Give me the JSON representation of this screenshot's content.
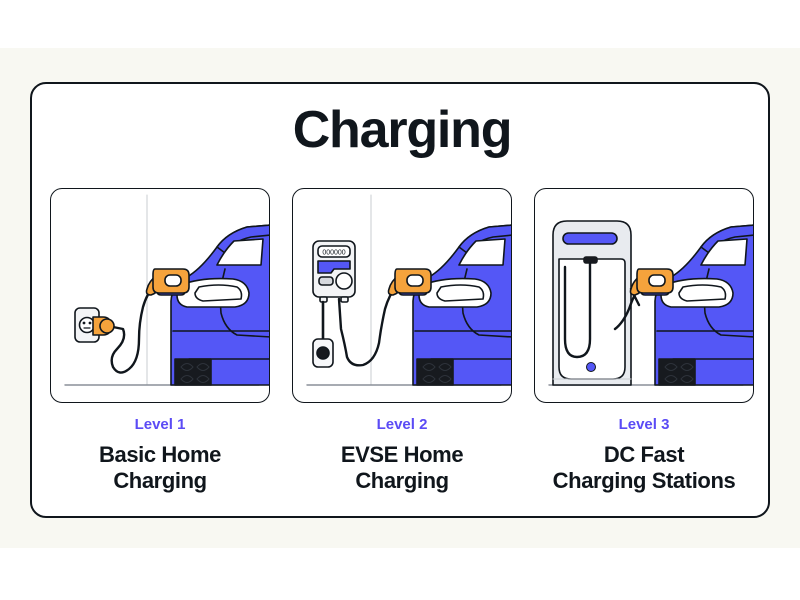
{
  "page": {
    "title": "Charging",
    "background_color": "#ffffff",
    "band_color": "#f8f8f2",
    "card_background": "#ffffff",
    "border_color": "#10161c",
    "accent_color": "#5b4bf5",
    "car_color": "#5457f6",
    "connector_color": "#f5a33c",
    "charger_body_color": "#e8ebef",
    "tire_color": "#171a1f"
  },
  "columns": [
    {
      "level_label": "Level 1",
      "title": "Basic Home\nCharging",
      "illustration_name": "basic-home-charging-illustration",
      "icon_names": [
        "wall-outlet-icon",
        "orange-plug-icon",
        "charging-cable-icon",
        "ev-car-icon",
        "charge-connector-icon"
      ]
    },
    {
      "level_label": "Level 2",
      "title": "EVSE Home\nCharging",
      "illustration_name": "evse-home-charging-illustration",
      "display_value": "000000",
      "icon_names": [
        "evse-wallbox-icon",
        "display-icon",
        "dial-icon",
        "charging-cable-icon",
        "ev-car-icon",
        "charge-connector-icon"
      ]
    },
    {
      "level_label": "Level 3",
      "title": "DC Fast\nCharging Stations",
      "illustration_name": "dc-fast-charging-illustration",
      "icon_names": [
        "dc-charger-pillar-icon",
        "screen-bar-icon",
        "hanging-cable-icon",
        "status-dot-icon",
        "ev-car-icon",
        "charge-connector-icon"
      ]
    }
  ]
}
